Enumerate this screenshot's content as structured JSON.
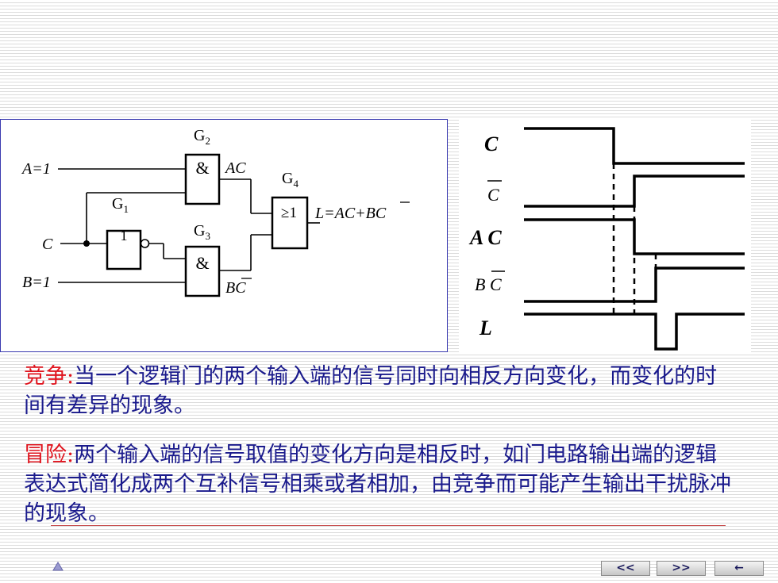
{
  "circuit": {
    "input_a": "A=1",
    "input_c": "C",
    "input_b": "B=1",
    "g1_label": "G",
    "g1_sub": "1",
    "g1_symbol": "1",
    "g2_label": "G",
    "g2_sub": "2",
    "g2_symbol": "&",
    "g3_label": "G",
    "g3_sub": "3",
    "g3_symbol": "&",
    "g4_label": "G",
    "g4_sub": "4",
    "g4_symbol": "≥1",
    "ac_label": "AC",
    "bc_label": "BC",
    "output_label": "L=AC+BC"
  },
  "timing": {
    "c": "C",
    "c_bar": "C",
    "ac": "A C",
    "bc_bar": "B C",
    "l": "L"
  },
  "text": {
    "competition_term": "竞争:",
    "competition_body": "当一个逻辑门的两个输入端的信号同时向相反方向变化，而变化的时间有差异的现象。",
    "hazard_term": "冒险:",
    "hazard_body": "两个输入端的信号取值的变化方向是相反时，如门电路输出端的逻辑表达式简化成两个互补信号相乘或者相加，由竞争而可能产生输出干扰脉冲的现象。"
  },
  "nav": {
    "prev": "<<",
    "next": ">>",
    "return": "←"
  },
  "colors": {
    "text": "#1a1a8c",
    "term": "#e0141e",
    "panel_border": "#3a3ab0"
  }
}
